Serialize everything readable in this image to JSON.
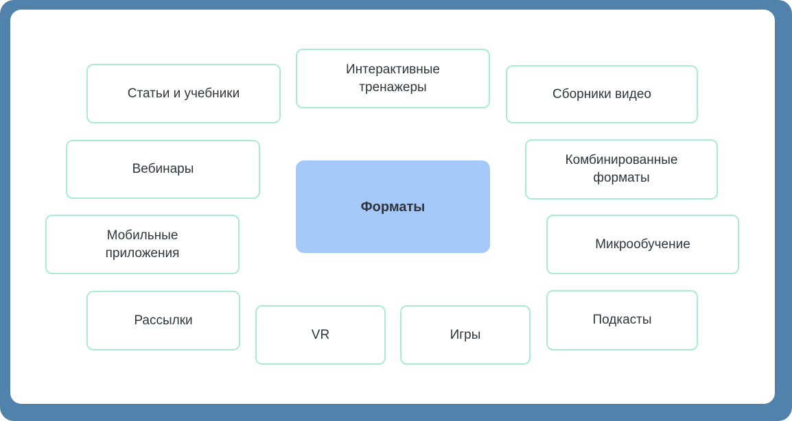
{
  "slide": {
    "background_color": "#5182ac",
    "canvas_color": "#ffffff"
  },
  "palette": {
    "node_border": "#a8ecd2",
    "node_fill": "#ffffff",
    "center_fill": "#a4c9f8",
    "text_color": "#31343d"
  },
  "diagram": {
    "center": {
      "id": "formats",
      "label": "Форматы"
    },
    "nodes": [
      {
        "id": "articles-textbooks",
        "label": "Статьи и учебники"
      },
      {
        "id": "interactive-trainers",
        "label": "Интерактивные\nтренажеры"
      },
      {
        "id": "video-collections",
        "label": "Сборники видео"
      },
      {
        "id": "webinars",
        "label": "Вебинары"
      },
      {
        "id": "combined-formats",
        "label": "Комбинированные\nформаты"
      },
      {
        "id": "mobile-apps",
        "label": "Мобильные\nприложения"
      },
      {
        "id": "microlearning",
        "label": "Микрообучение"
      },
      {
        "id": "newsletters",
        "label": "Рассылки"
      },
      {
        "id": "vr",
        "label": "VR"
      },
      {
        "id": "games",
        "label": "Игры"
      },
      {
        "id": "podcasts",
        "label": "Подкасты"
      }
    ]
  }
}
